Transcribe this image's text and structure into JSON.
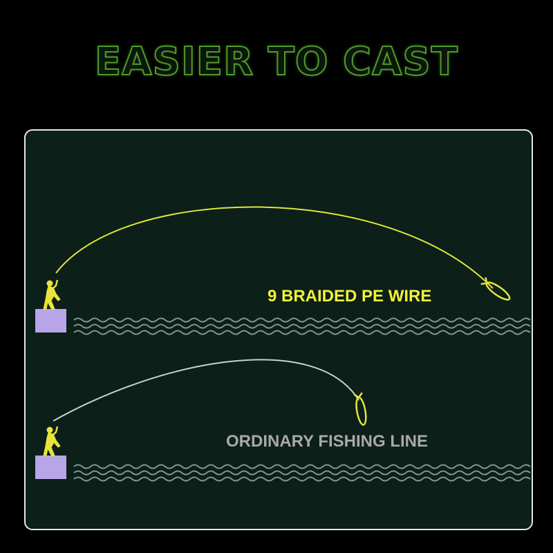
{
  "headline": "EASIER TO CAST",
  "labels": {
    "braided": "9 BRAIDED PE WIRE",
    "ordinary": "ORDINARY FISHING LINE"
  },
  "colors": {
    "background": "#000000",
    "panel_fill": "#0c1f19",
    "panel_border": "#e8e8e8",
    "headline_outline": "#4f9a2a",
    "braided_line": "#e2e638",
    "ordinary_line": "#c9d2cf",
    "angler": "#e8e43a",
    "platform": "#b7a5e8",
    "water": "#7f9a90",
    "braided_label": "#f2f23a",
    "ordinary_label": "#a9a9a9"
  },
  "icons": {
    "angler": "fisherman-icon",
    "platform": "dock-block",
    "lure": "fish-lure-icon",
    "water": "wave-lines"
  }
}
